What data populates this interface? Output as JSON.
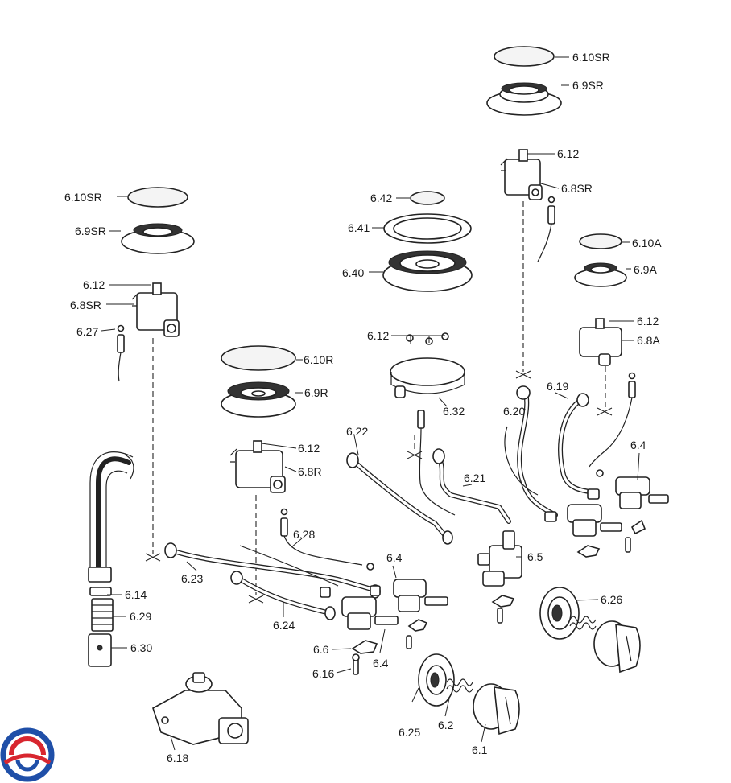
{
  "labels": {
    "l_610sr_top": "6.10SR",
    "l_69sr_top": "6.9SR",
    "l_612_top": "6.12",
    "l_68sr_top": "6.8SR",
    "l_610a": "6.10A",
    "l_69a": "6.9A",
    "l_612_a": "6.12",
    "l_68a": "6.8A",
    "l_642": "6.42",
    "l_641": "6.41",
    "l_640": "6.40",
    "l_612_c": "6.12",
    "l_632": "6.32",
    "l_610sr_left": "6.10SR",
    "l_69sr_left": "6.9SR",
    "l_612_left": "6.12",
    "l_68sr_left": "6.8SR",
    "l_627": "6.27",
    "l_610r": "6.10R",
    "l_69r": "6.9R",
    "l_612_r": "6.12",
    "l_68r": "6.8R",
    "l_622": "6.22",
    "l_620": "6.20",
    "l_619": "6.19",
    "l_64_right": "6.4",
    "l_621": "6.21",
    "l_628": "6.28",
    "l_64_mid": "6.4",
    "l_65": "6.5",
    "l_623": "6.23",
    "l_624": "6.24",
    "l_614": "6.14",
    "l_629": "6.29",
    "l_630": "6.30",
    "l_66": "6.6",
    "l_616": "6.16",
    "l_64_low": "6.4",
    "l_626": "6.26",
    "l_625": "6.25",
    "l_62": "6.2",
    "l_61": "6.1",
    "l_618": "6.18"
  },
  "colors": {
    "line": "#222222",
    "logo_blue": "#1f4fa8",
    "logo_red": "#d8262f"
  }
}
